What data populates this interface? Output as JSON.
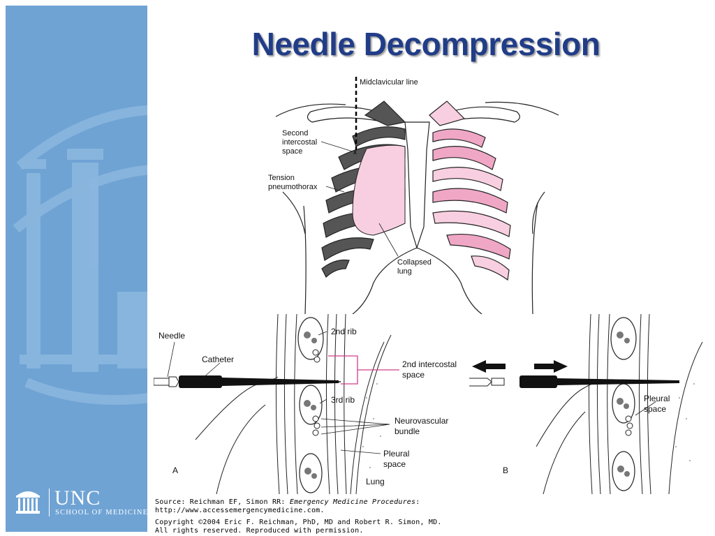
{
  "slide": {
    "title": "Needle Decompression"
  },
  "brand": {
    "name": "UNC",
    "subtitle": "SCHOOL OF MEDICINE",
    "sidebar_color": "#6fa3d4",
    "title_color": "#213d88"
  },
  "chest_figure": {
    "labels": {
      "midclavicular": "Midclavicular line",
      "second_ic_1": "Second",
      "second_ic_2": "intercostal",
      "second_ic_3": "space",
      "tension_1": "Tension",
      "tension_2": "pneumothorax",
      "collapsed_1": "Collapsed",
      "collapsed_2": "lung",
      "marker": "x"
    },
    "colors": {
      "tension": "#555555",
      "collapsed_lung": "#f8cfe0",
      "lung_dark": "#f0a7c6"
    }
  },
  "panel_a": {
    "letter": "A",
    "labels": {
      "needle": "Needle",
      "catheter": "Catheter",
      "rib2": "2nd rib",
      "ic_1": "2nd intercostal",
      "ic_2": "space",
      "rib3": "3rd rib",
      "nv_1": "Neurovascular",
      "nv_2": "bundle",
      "pleural_1": "Pleural",
      "pleural_2": "space",
      "lung": "Lung"
    }
  },
  "panel_b": {
    "letter": "B",
    "labels": {
      "pleural_1": "Pleural",
      "pleural_2": "space"
    }
  },
  "caption": {
    "source_prefix": "Source: Reichman EF, Simon RR: ",
    "source_title": "Emergency Medicine Procedures",
    "source_suffix": ":",
    "url": "http://www.accessemergencymedicine.com.",
    "copyright": "Copyright ©2004 Eric F. Reichman, PhD, MD and Robert R. Simon, MD.",
    "rights": "All rights reserved. Reproduced with permission."
  }
}
